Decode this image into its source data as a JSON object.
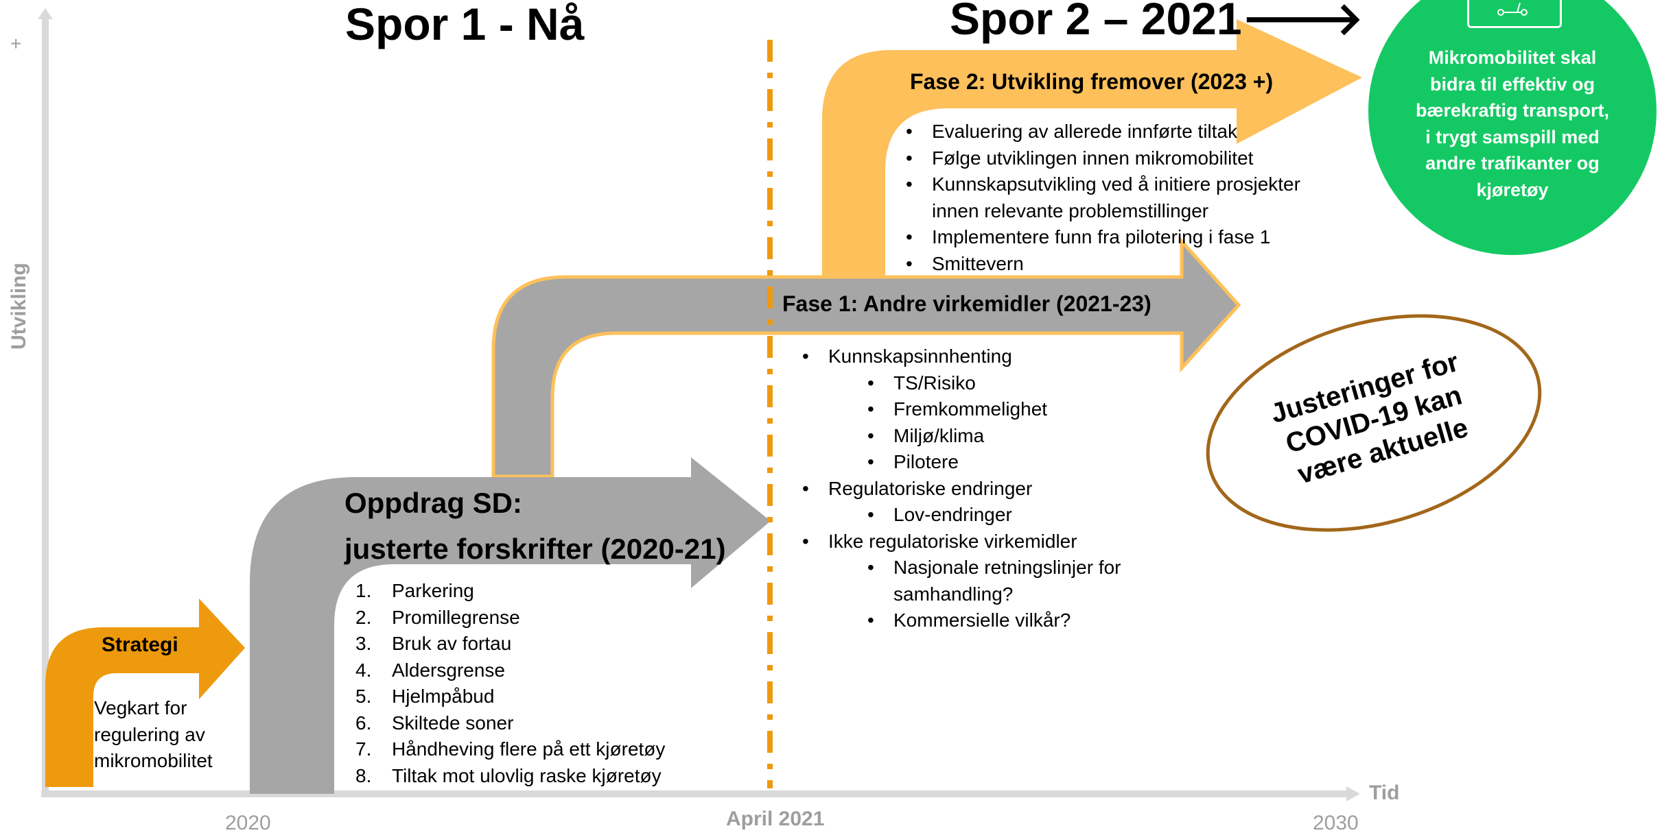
{
  "titles": {
    "track1": "Spor 1 - Nå",
    "track2": "Spor 2 – 2021🡒"
  },
  "axis": {
    "y_label": "Utvikling",
    "y_plus": "+",
    "x_label": "Tid",
    "ticks": [
      "2020",
      "April 2021",
      "2030"
    ]
  },
  "strategy": {
    "title": "Strategi",
    "text": [
      "Vegkart for",
      "regulering av",
      "mikromobilitet"
    ]
  },
  "assignment": {
    "title_line1": "Oppdrag SD:",
    "title_line2": "justerte forskrifter (2020-21)",
    "items": [
      {
        "num": "1.",
        "text": "Parkering"
      },
      {
        "num": "2.",
        "text": "Promillegrense"
      },
      {
        "num": "3.",
        "text": "Bruk av fortau"
      },
      {
        "num": "4.",
        "text": "Aldersgrense"
      },
      {
        "num": "5.",
        "text": "Hjelmpåbud"
      },
      {
        "num": "6.",
        "text": "Skiltede soner"
      },
      {
        "num": "7.",
        "text": "Håndheving flere på ett kjøretøy"
      },
      {
        "num": "8.",
        "text": "Tiltak mot ulovlig raske kjøretøy"
      }
    ]
  },
  "phase1": {
    "title": "Fase 1: Andre virkemidler (2021-23)",
    "items": [
      {
        "level": 0,
        "text": "Kunnskapsinnhenting"
      },
      {
        "level": 1,
        "text": "TS/Risiko"
      },
      {
        "level": 1,
        "text": "Fremkommelighet"
      },
      {
        "level": 1,
        "text": "Miljø/klima"
      },
      {
        "level": 1,
        "text": "Pilotere"
      },
      {
        "level": 0,
        "text": "Regulatoriske endringer"
      },
      {
        "level": 1,
        "text": "Lov-endringer"
      },
      {
        "level": 0,
        "text": "Ikke regulatoriske virkemidler"
      },
      {
        "level": 1,
        "text": "Nasjonale retningslinjer for"
      },
      {
        "level": 1,
        "text": "samhandling?",
        "cont": true
      },
      {
        "level": 1,
        "text": "Kommersielle vilkår?"
      }
    ]
  },
  "phase2": {
    "title": "Fase 2: Utvikling fremover (2023 +)",
    "items": [
      {
        "text": "Evaluering av allerede innførte tiltak"
      },
      {
        "text": "Følge utviklingen innen mikromobilitet"
      },
      {
        "text": "Kunnskapsutvikling ved å initiere prosjekter"
      },
      {
        "text": "innen relevante problemstillinger",
        "cont": true
      },
      {
        "text": "Implementere funn fra pilotering i fase 1"
      },
      {
        "text": "Smittevern"
      }
    ]
  },
  "vision": {
    "lines": [
      "Mikromobilitet skal",
      "bidra til effektiv og",
      "bærekraftig transport,",
      "i trygt samspill med",
      "andre trafikanter og",
      "kjøretøy"
    ],
    "icon": "scooter-icon"
  },
  "covid_note": {
    "lines": [
      "Justeringer for",
      "COVID-19 kan",
      "være aktuelle"
    ]
  },
  "colors": {
    "orange": "#EE9A0E",
    "light_orange": "#FDC05A",
    "gray": "#A6A6A6",
    "green": "#14C964",
    "brown": "#A2671A",
    "axis": "#D9D9D9",
    "divider": "#EE9A0E"
  }
}
